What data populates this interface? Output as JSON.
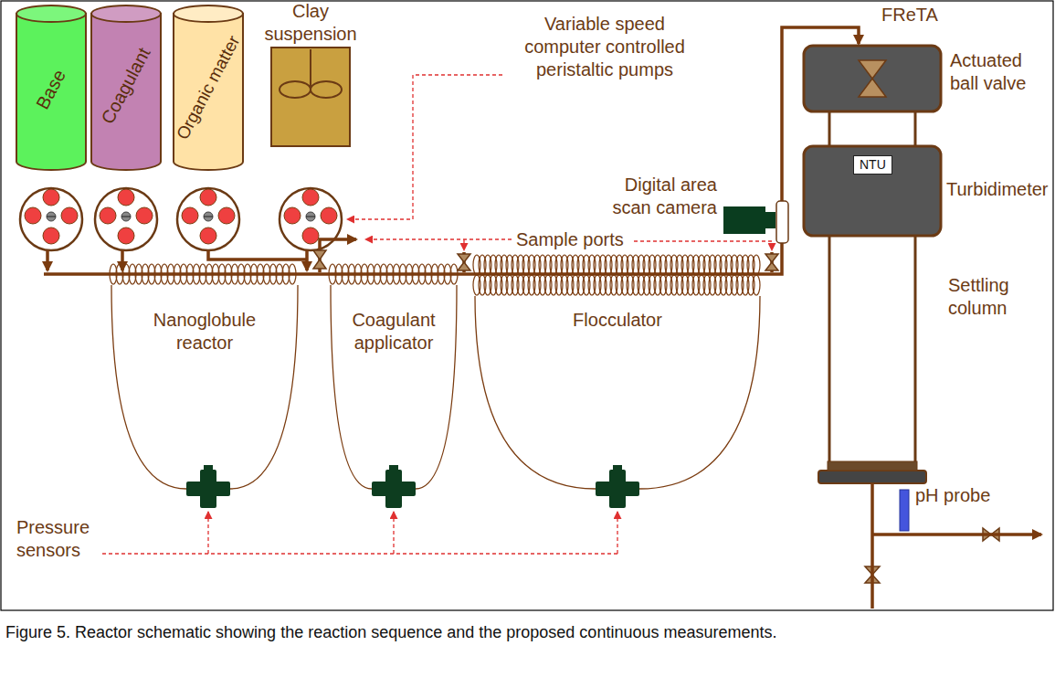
{
  "diagram": {
    "caption": "Figure 5. Reactor schematic showing the reaction sequence and the proposed continuous measurements.",
    "nodes": [
      {
        "text": [
          "Base"
        ]
      },
      {
        "text": [
          "Coagulant"
        ]
      },
      {
        "text": [
          "Organic matter"
        ]
      },
      {
        "text": [
          "Clay suspension"
        ]
      },
      {
        "text": [
          "Actuated ball valve"
        ]
      },
      {
        "text": [
          "Turbidimeter"
        ]
      },
      {
        "text": [
          "NTU"
        ],
        "in": 5
      }
    ],
    "labels": [
      "Variable speed computer controlled peristaltic pumps",
      "Sample ports",
      "Digital area scan camera",
      "FReTA",
      "Nanoglobule reactor",
      "Coagulant applicator",
      "Flocculator",
      "Pressure sensors",
      "Settling column",
      "pH probe"
    ]
  }
}
